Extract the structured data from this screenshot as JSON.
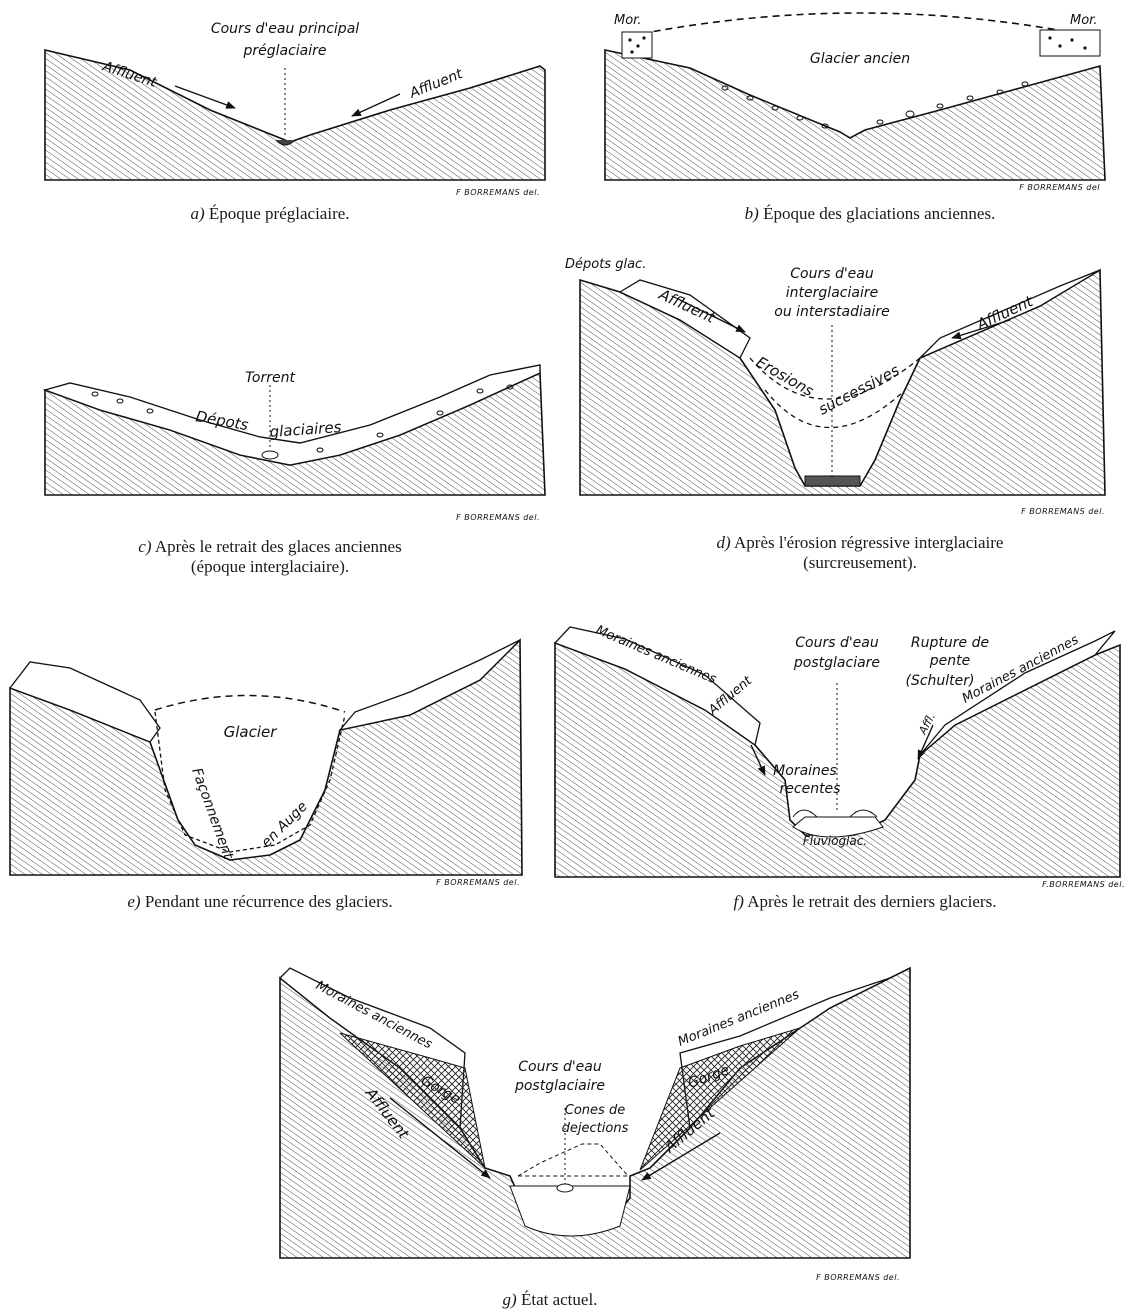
{
  "panels": {
    "a": {
      "caption_letter": "a)",
      "caption_text": "Époque préglaciaire.",
      "labels": {
        "main": "Cours d'eau principal",
        "main2": "préglaciaire",
        "left": "Affluent",
        "right": "Affluent"
      },
      "signature": "F BORREMANS del."
    },
    "b": {
      "caption_letter": "b)",
      "caption_text": "Époque des glaciations anciennes.",
      "labels": {
        "mor_left": "Mor.",
        "mor_right": "Mor.",
        "glacier": "Glacier ancien"
      },
      "signature": "F BORREMANS del"
    },
    "c": {
      "caption_letter": "c)",
      "caption_text": "Après le retrait des glaces anciennes",
      "caption_text2": "(époque interglaciaire).",
      "labels": {
        "torrent": "Torrent",
        "depots1": "Dépots",
        "depots2": "glaciaires"
      },
      "signature": "F BORREMANS del."
    },
    "d": {
      "caption_letter": "d)",
      "caption_text": "Après l'érosion régressive interglaciaire",
      "caption_text2": "(surcreusement).",
      "labels": {
        "depots": "Dépots glac.",
        "left": "Affluent",
        "right": "Affluent",
        "cours1": "Cours d'eau",
        "cours2": "interglaciaire",
        "cours3": "ou interstadiaire",
        "erosions1": "Erosions",
        "erosions2": "successives"
      },
      "signature": "F BORREMANS del."
    },
    "e": {
      "caption_letter": "e)",
      "caption_text": "Pendant une récurrence des glaciers.",
      "labels": {
        "glacier": "Glacier",
        "faconnement1": "Façonnement",
        "faconnement2": "en Auge"
      },
      "signature": "F BORREMANS del."
    },
    "f": {
      "caption_letter": "f)",
      "caption_text": "Après le retrait des derniers glaciers.",
      "labels": {
        "mor_anc_left": "Moraines anciennes",
        "affluent_left": "Affluent",
        "cours1": "Cours d'eau",
        "cours2": "postglaciare",
        "rupture1": "Rupture de",
        "rupture2": "pente",
        "rupture3": "(Schulter)",
        "mor_anc_right": "Moraines anciennes",
        "affl": "Affl.",
        "mor_rec1": "Moraines",
        "mor_rec2": "recentes",
        "fluvio": "Fluvioglac."
      },
      "signature": "F.BORREMANS del."
    },
    "g": {
      "caption_letter": "g)",
      "caption_text": "État actuel.",
      "labels": {
        "mor_left": "Moraines anciennes",
        "mor_right": "Moraines anciennes",
        "gorge_left": "Gorge",
        "gorge_right": "Gorge",
        "affluent_left": "Affluent",
        "affluent_right": "Affluent",
        "cours1": "Cours d'eau",
        "cours2": "postglaciaire",
        "cones1": "Cones de",
        "cones2": "dejections"
      },
      "signature": "F BORREMANS del."
    }
  }
}
